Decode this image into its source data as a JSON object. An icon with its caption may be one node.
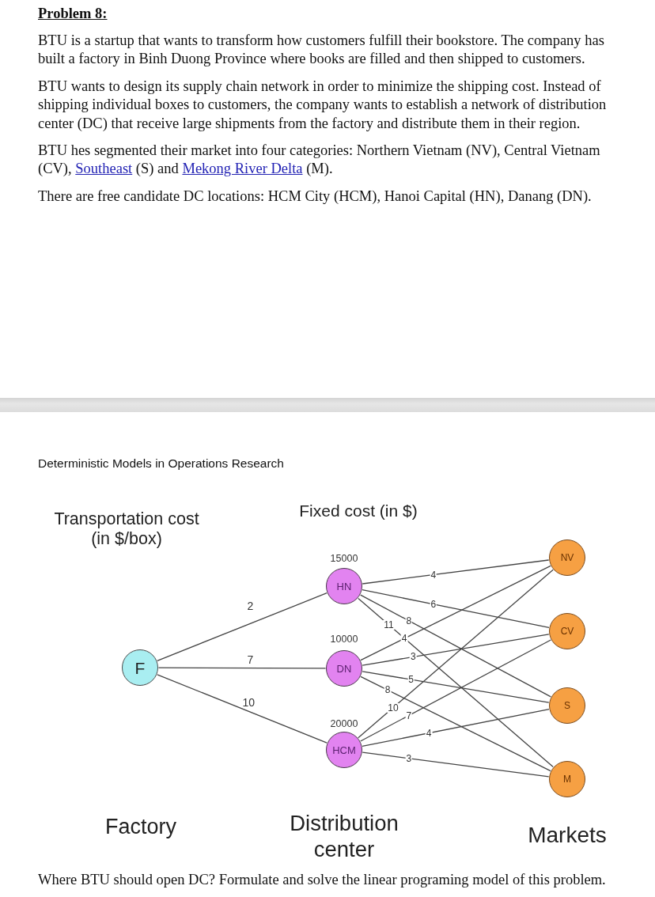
{
  "diagram": {
    "title": "Problem 8:",
    "caption": "Where BTU should open DC? Formulate and solve the linear programing model of this problem.",
    "nodes": [
      {
        "text": [
          "F"
        ]
      },
      {
        "text": [
          "HN"
        ],
        "beside": [
          "15000"
        ]
      },
      {
        "text": [
          "DN"
        ],
        "beside": [
          "10000"
        ]
      },
      {
        "text": [
          "HCM"
        ],
        "beside": [
          "20000"
        ]
      },
      {
        "text": [
          "NV"
        ]
      },
      {
        "text": [
          "CV"
        ]
      },
      {
        "text": [
          "S"
        ]
      },
      {
        "text": [
          "M"
        ]
      }
    ],
    "edges": [
      {
        "from": 0,
        "to": 1,
        "arrow": "none",
        "label": "2"
      },
      {
        "from": 0,
        "to": 2,
        "arrow": "none",
        "label": "7"
      },
      {
        "from": 0,
        "to": 3,
        "arrow": "none",
        "label": "10"
      },
      {
        "from": 1,
        "to": 4,
        "arrow": "none",
        "label": "4"
      },
      {
        "from": 1,
        "to": 5,
        "arrow": "none",
        "label": "6"
      },
      {
        "from": 1,
        "to": 6,
        "arrow": "none",
        "label": "8"
      },
      {
        "from": 1,
        "to": 7,
        "arrow": "none",
        "label": "11"
      },
      {
        "from": 2,
        "to": 4,
        "arrow": "none",
        "label": "4"
      },
      {
        "from": 2,
        "to": 5,
        "arrow": "none",
        "label": "3"
      },
      {
        "from": 2,
        "to": 6,
        "arrow": "none",
        "label": "5"
      },
      {
        "from": 2,
        "to": 7,
        "arrow": "none",
        "label": "8"
      },
      {
        "from": 3,
        "to": 4,
        "arrow": "none",
        "label": "10"
      },
      {
        "from": 3,
        "to": 5,
        "arrow": "none",
        "label": "7"
      },
      {
        "from": 3,
        "to": 6,
        "arrow": "none",
        "label": "4"
      },
      {
        "from": 3,
        "to": 7,
        "arrow": "none",
        "label": "3"
      }
    ],
    "labels": [
      "BTU is a startup that wants to transform how customers fulfill their bookstore. The company has built a factory in Binh Duong Province where books are filled and then shipped to customers.",
      "BTU wants to design its supply chain network in order to minimize the shipping cost. Instead of shipping individual boxes to customers, the company wants to establish a network of distribution center (DC) that receive large shipments from the factory and distribute them in their region.",
      "BTU hes segmented their market into four categories: Northern Vietnam (NV), Central Vietnam (CV),",
      "Southeast",
      "(S) and",
      "Mekong River Delta",
      "(M).",
      "There are free candidate DC locations: HCM City (HCM), Hanoi Capital (HN), Danang (DN).",
      "Deterministic Models in Operations Research",
      "Fixed cost (in $)",
      "Transportation cost (in $/box)",
      "Factory",
      "Distribution center",
      "Markets"
    ]
  }
}
